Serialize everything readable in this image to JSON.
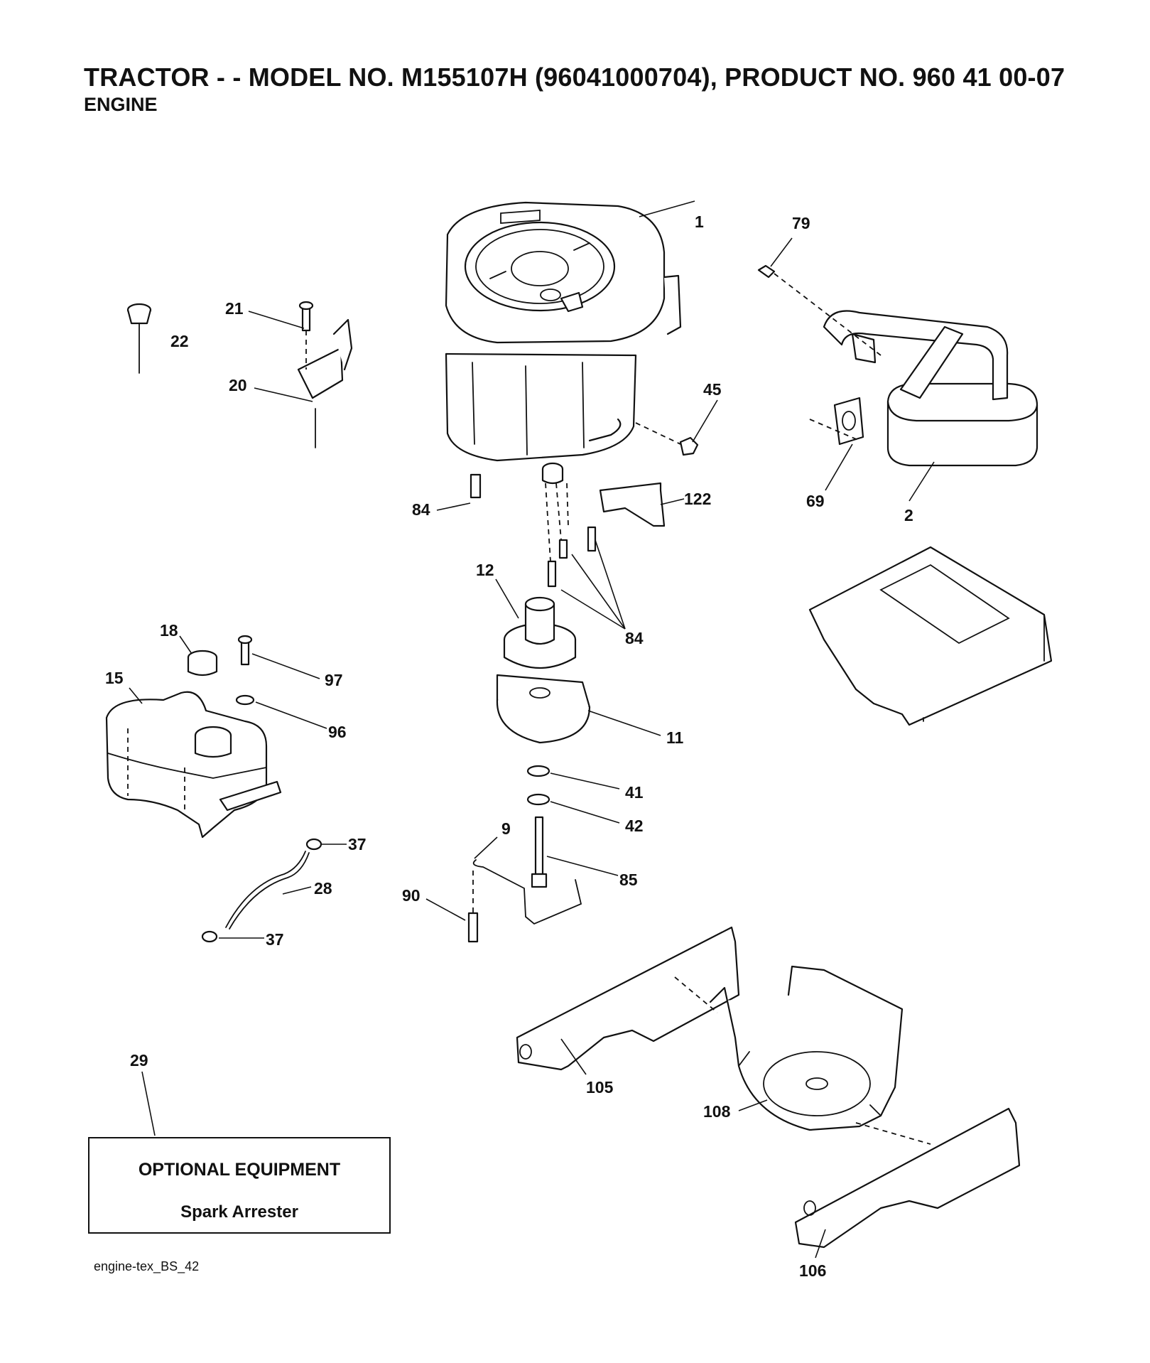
{
  "header": {
    "title": "TRACTOR - - MODEL NO. M155107H (96041000704), PRODUCT NO. 960 41 00-07",
    "subtitle": "ENGINE"
  },
  "callouts": [
    "1",
    "79",
    "22",
    "21",
    "20",
    "45",
    "84",
    "122",
    "69",
    "2",
    "12",
    "84",
    "18",
    "97",
    "15",
    "96",
    "11",
    "41",
    "42",
    "37",
    "28",
    "9",
    "85",
    "90",
    "37",
    "29",
    "105",
    "108",
    "106"
  ],
  "optional_box": {
    "title": "OPTIONAL EQUIPMENT",
    "item": "Spark Arrester"
  },
  "footer": {
    "code": "engine-tex_BS_42"
  }
}
